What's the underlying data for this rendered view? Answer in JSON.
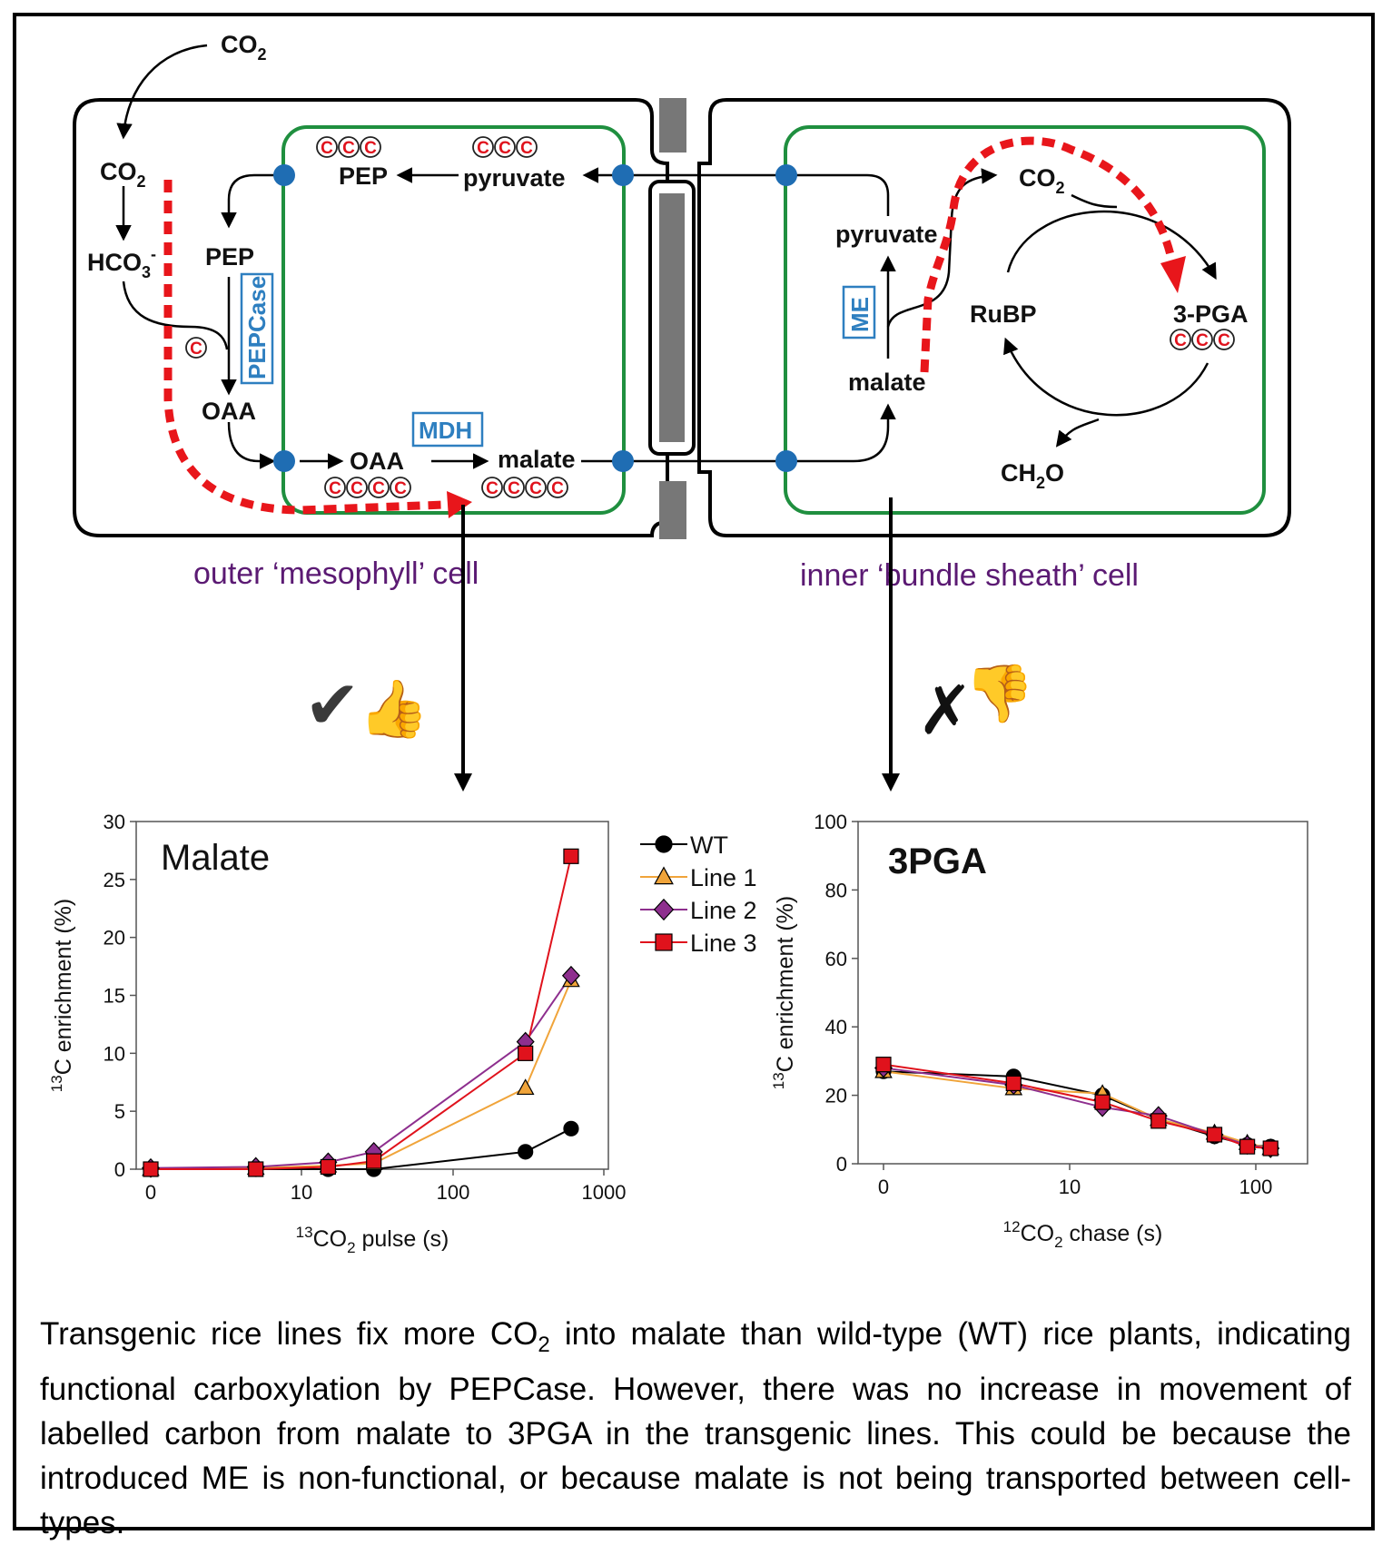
{
  "molecules": {
    "co2": "CO",
    "co2_sub": "2",
    "hco3": "HCO",
    "hco3_sub": "3",
    "hco3_sup": "-",
    "pep": "PEP",
    "pyruvate": "pyruvate",
    "oaa": "OAA",
    "malate": "malate",
    "rubp": "RuBP",
    "pga": "3-PGA",
    "ch2o_a": "CH",
    "ch2o_sub": "2",
    "ch2o_b": "O"
  },
  "carbon_label": "C",
  "enzymes": {
    "pepcase": "PEPCase",
    "mdh": "MDH",
    "me": "ME"
  },
  "cells": {
    "mesophyll": "outer ‘mesophyll’ cell",
    "bundle_sheath": "inner ‘bundle sheath’ cell"
  },
  "verdicts": {
    "good": "✔",
    "good_emoji": "👍",
    "bad": "✗",
    "bad_emoji": "👎"
  },
  "colors": {
    "cell_wall": "#000000",
    "chloroplast": "#1f8f3f",
    "transporter": "#1f6db3",
    "flux_arrow": "#e8161b",
    "enzyme": "#2e7fc0",
    "cell_label": "#5b1a73"
  },
  "chart_data": [
    {
      "type": "line",
      "title": "Malate",
      "xlabel": "13CO2 pulse (s)",
      "xlabel_parts": {
        "sup": "13",
        "main": "CO",
        "sub": "2",
        "rest": " pulse (s)"
      },
      "ylabel": "13C enrichment (%)",
      "ylabel_parts": {
        "sup": "13",
        "rest": "C enrichment (%)"
      },
      "x_scale": "log",
      "x_ticks": [
        "0",
        "10",
        "100",
        "1000"
      ],
      "y_ticks": [
        "0",
        "5",
        "10",
        "15",
        "20",
        "25",
        "30"
      ],
      "ylim": [
        0,
        30
      ],
      "legend": "right-outside",
      "series": [
        {
          "name": "WT",
          "color": "#000000",
          "marker": "circle",
          "x": [
            0,
            5,
            15,
            30,
            300,
            600
          ],
          "y": [
            0,
            0,
            0,
            0,
            1.5,
            3.5
          ]
        },
        {
          "name": "Line 1",
          "color": "#f0a43a",
          "marker": "triangle",
          "x": [
            0,
            5,
            15,
            30,
            300,
            600
          ],
          "y": [
            0,
            0.1,
            0.3,
            0.5,
            7.0,
            16.3
          ]
        },
        {
          "name": "Line 2",
          "color": "#8e2f8e",
          "marker": "diamond",
          "x": [
            0,
            5,
            15,
            30,
            300,
            600
          ],
          "y": [
            0.1,
            0.2,
            0.6,
            1.5,
            11.0,
            16.7
          ]
        },
        {
          "name": "Line 3",
          "color": "#e0121c",
          "marker": "square",
          "x": [
            0,
            5,
            15,
            30,
            300,
            600
          ],
          "y": [
            0,
            0,
            0.2,
            0.7,
            10.0,
            27.0
          ]
        }
      ]
    },
    {
      "type": "line",
      "title": "3PGA",
      "xlabel": "12CO2 chase (s)",
      "xlabel_parts": {
        "sup": "12",
        "main": "CO",
        "sub": "2",
        "rest": " chase (s)"
      },
      "ylabel": "13C enrichment (%)",
      "ylabel_parts": {
        "sup": "13",
        "rest": "C enrichment (%)"
      },
      "x_scale": "log",
      "x_ticks": [
        "0",
        "10",
        "100"
      ],
      "y_ticks": [
        "0",
        "20",
        "40",
        "60",
        "80",
        "100"
      ],
      "ylim": [
        0,
        100
      ],
      "series": [
        {
          "name": "WT",
          "color": "#000000",
          "marker": "circle",
          "x": [
            0,
            5,
            15,
            30,
            60,
            90,
            120
          ],
          "y": [
            27,
            25.5,
            20,
            13,
            8,
            5.5,
            5
          ]
        },
        {
          "name": "Line 1",
          "color": "#f0a43a",
          "marker": "triangle",
          "x": [
            0,
            5,
            15,
            30,
            60,
            90,
            120
          ],
          "y": [
            27,
            22,
            20.5,
            13,
            9,
            6,
            4.5
          ]
        },
        {
          "name": "Line 2",
          "color": "#8e2f8e",
          "marker": "diamond",
          "x": [
            0,
            5,
            15,
            30,
            60,
            90,
            120
          ],
          "y": [
            28,
            23,
            16.5,
            14,
            8.5,
            5.5,
            4.5
          ]
        },
        {
          "name": "Line 3",
          "color": "#e0121c",
          "marker": "square",
          "x": [
            0,
            5,
            15,
            30,
            60,
            90,
            120
          ],
          "y": [
            29,
            23.5,
            18,
            12.5,
            8.5,
            5,
            4.5
          ]
        }
      ]
    }
  ],
  "caption": {
    "p1": "Transgenic rice lines fix more CO",
    "sub": "2",
    "p2": " into malate than wild-type (WT) rice plants, indicating functional carboxylation by PEPCase. However, there was no increase in movement of labelled carbon from malate to 3PGA in the transgenic lines. This could be because the introduced ME is non-functional, or because malate is not being transported between cell-types."
  }
}
